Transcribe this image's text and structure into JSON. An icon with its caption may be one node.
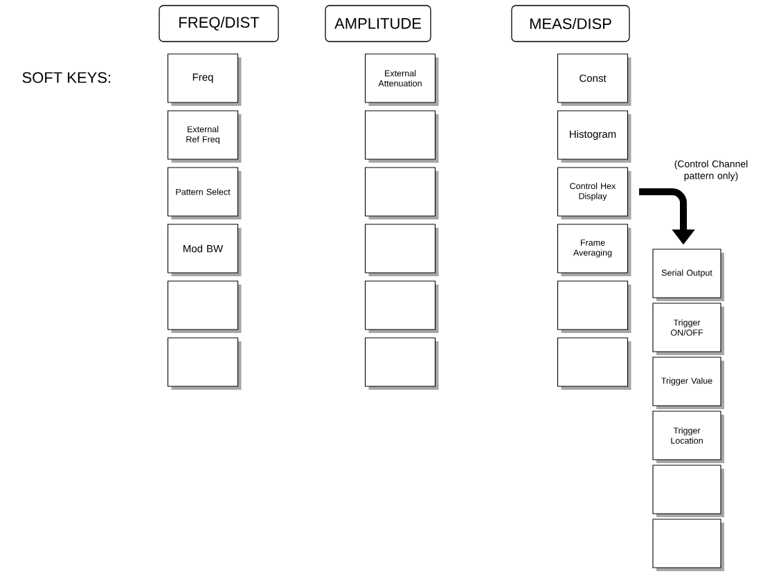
{
  "diagram": {
    "nodes": [
      {
        "text": [
          "FREQ/DIST"
        ]
      },
      {
        "text": [
          "Freq"
        ]
      },
      {
        "text": [
          "External Ref Freq"
        ]
      },
      {
        "text": [
          "Pattern Select"
        ]
      },
      {
        "text": [
          "Mod BW"
        ]
      },
      {
        "text": [],
        "shape": "box"
      },
      {
        "text": [],
        "shape": "box"
      },
      {
        "text": [
          "AMPLITUDE"
        ]
      },
      {
        "text": [
          "External Attenuation"
        ]
      },
      {
        "text": [],
        "shape": "box"
      },
      {
        "text": [],
        "shape": "box"
      },
      {
        "text": [],
        "shape": "box"
      },
      {
        "text": [],
        "shape": "box"
      },
      {
        "text": [],
        "shape": "box"
      },
      {
        "text": [
          "MEAS/DISP"
        ]
      },
      {
        "text": [
          "Const"
        ]
      },
      {
        "text": [
          "Histogram"
        ]
      },
      {
        "text": [
          "Control Hex Display"
        ]
      },
      {
        "text": [
          "Frame Averaging"
        ]
      },
      {
        "text": [],
        "shape": "box"
      },
      {
        "text": [],
        "shape": "box"
      },
      {
        "text": [
          "Serial Output"
        ]
      },
      {
        "text": [
          "Trigger ON/OFF"
        ]
      },
      {
        "text": [
          "Trigger Value"
        ]
      },
      {
        "text": [
          "Trigger Location"
        ]
      },
      {
        "text": [],
        "shape": "box"
      },
      {
        "text": [],
        "shape": "box"
      }
    ],
    "edges": [
      {
        "from": 17,
        "to": 21,
        "arrow": "to",
        "label": "(Control Channel pattern only)"
      }
    ],
    "labels": [
      "SOFT KEYS:"
    ]
  }
}
